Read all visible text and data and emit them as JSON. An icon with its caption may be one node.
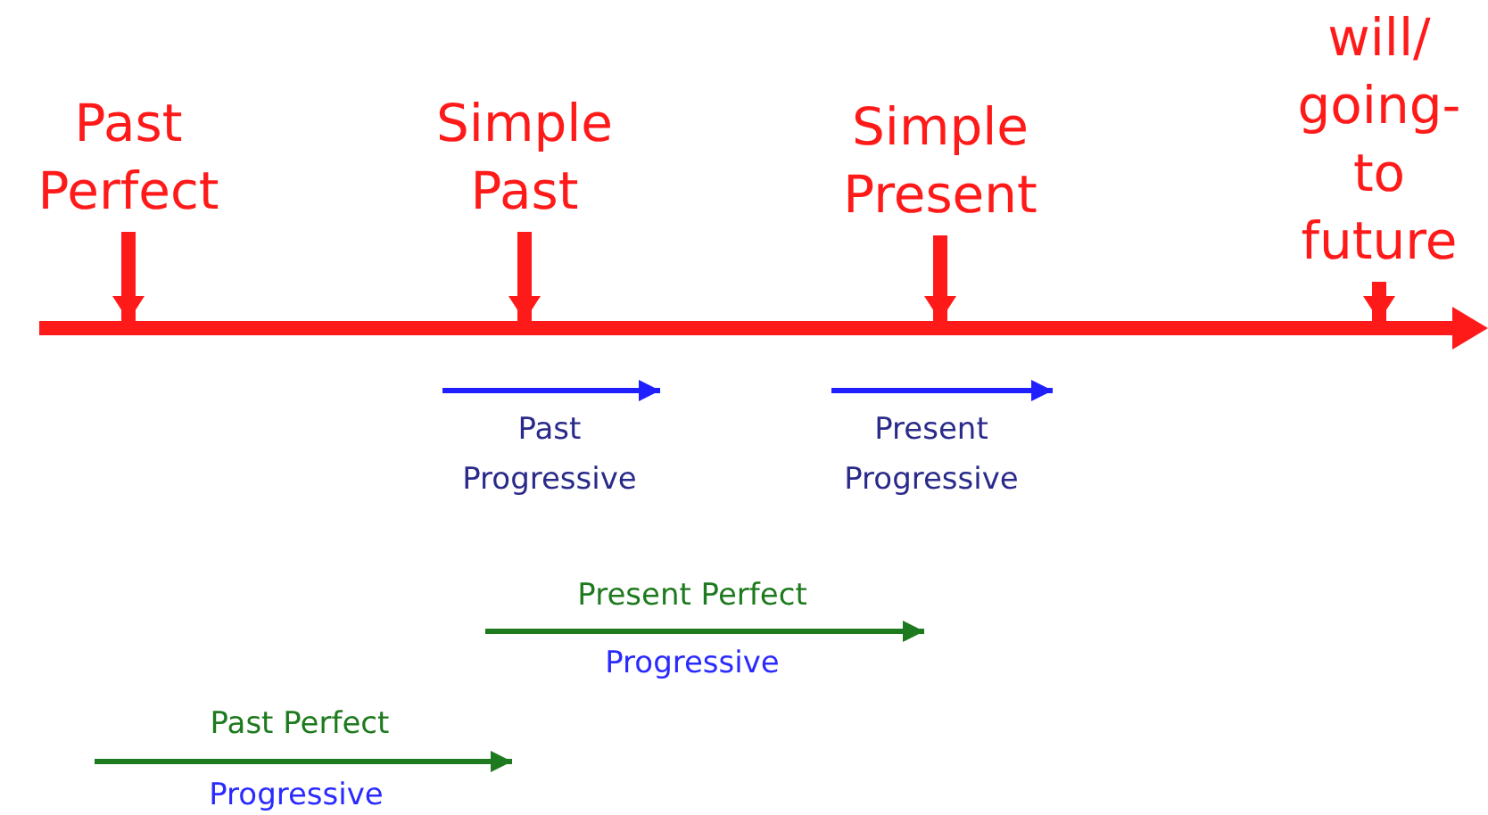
{
  "diagram": {
    "nodes": [
      {
        "text": [
          "Past Perfect"
        ]
      },
      {
        "text": [
          "Simple Past"
        ]
      },
      {
        "text": [
          "Simple Present"
        ]
      },
      {
        "text": [
          "will/ going-to future"
        ]
      },
      {
        "text": [],
        "shape": "bar"
      }
    ],
    "edges": [
      {
        "from": 0,
        "to": 4,
        "arrow": "to"
      },
      {
        "from": 1,
        "to": 4,
        "arrow": "to"
      },
      {
        "from": 2,
        "to": 4,
        "arrow": "to"
      },
      {
        "from": 3,
        "to": 4,
        "arrow": "to"
      }
    ],
    "labels": [
      "Past Progressive",
      "Present Progressive",
      "Present Perfect",
      "Progressive",
      "Past Perfect",
      "Progressive"
    ]
  }
}
